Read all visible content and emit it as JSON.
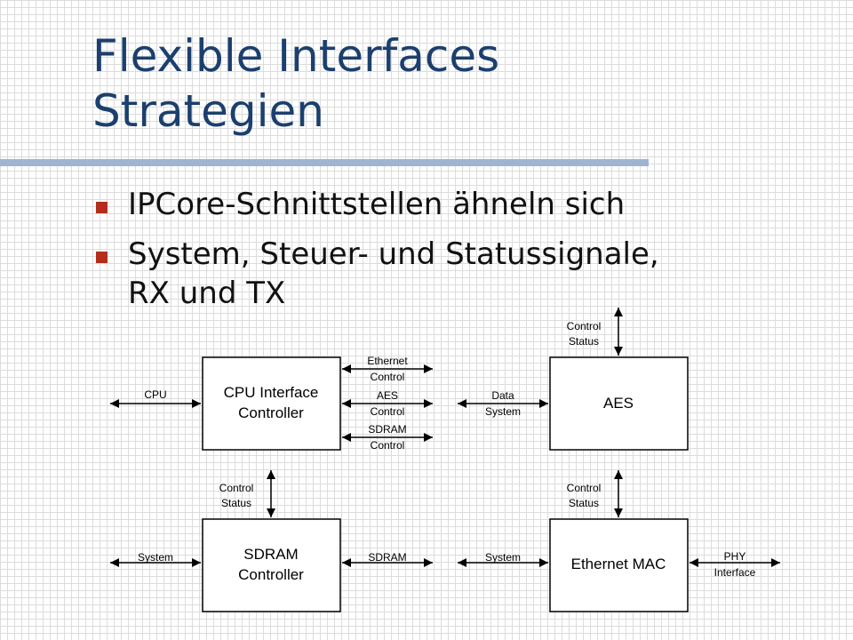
{
  "title": {
    "line1": "Flexible Interfaces",
    "line2": "Strategien"
  },
  "bullets": [
    {
      "text": "IPCore-Schnittstellen ähneln sich"
    },
    {
      "line1": "System, Steuer- und Statussignale,",
      "line2": "RX und TX"
    }
  ],
  "diagram": {
    "cpu_block": {
      "line1": "CPU Interface",
      "line2": "Controller",
      "left_signal": "CPU",
      "right_signals": [
        {
          "line1": "Ethernet",
          "line2": "Control"
        },
        {
          "line1": "AES",
          "line2": "Control"
        },
        {
          "line1": "SDRAM",
          "line2": "Control"
        }
      ]
    },
    "aes_block": {
      "label": "AES",
      "top_signal": {
        "line1": "Control",
        "line2": "Status"
      },
      "left_signal": {
        "line1": "Data",
        "line2": "System"
      }
    },
    "sdram_block": {
      "line1": "SDRAM",
      "line2": "Controller",
      "top_signal": {
        "line1": "Control",
        "line2": "Status"
      },
      "left_signal": "System",
      "right_signal": "SDRAM"
    },
    "mac_block": {
      "label": "Ethernet MAC",
      "top_signal": {
        "line1": "Control",
        "line2": "Status"
      },
      "left_signal": "System",
      "right_signal": {
        "line1": "PHY",
        "line2": "Interface"
      }
    }
  },
  "colors": {
    "title": "#1b3f6e",
    "rule": "#9eb5d2",
    "bullet_marker": "#b42d1c"
  }
}
